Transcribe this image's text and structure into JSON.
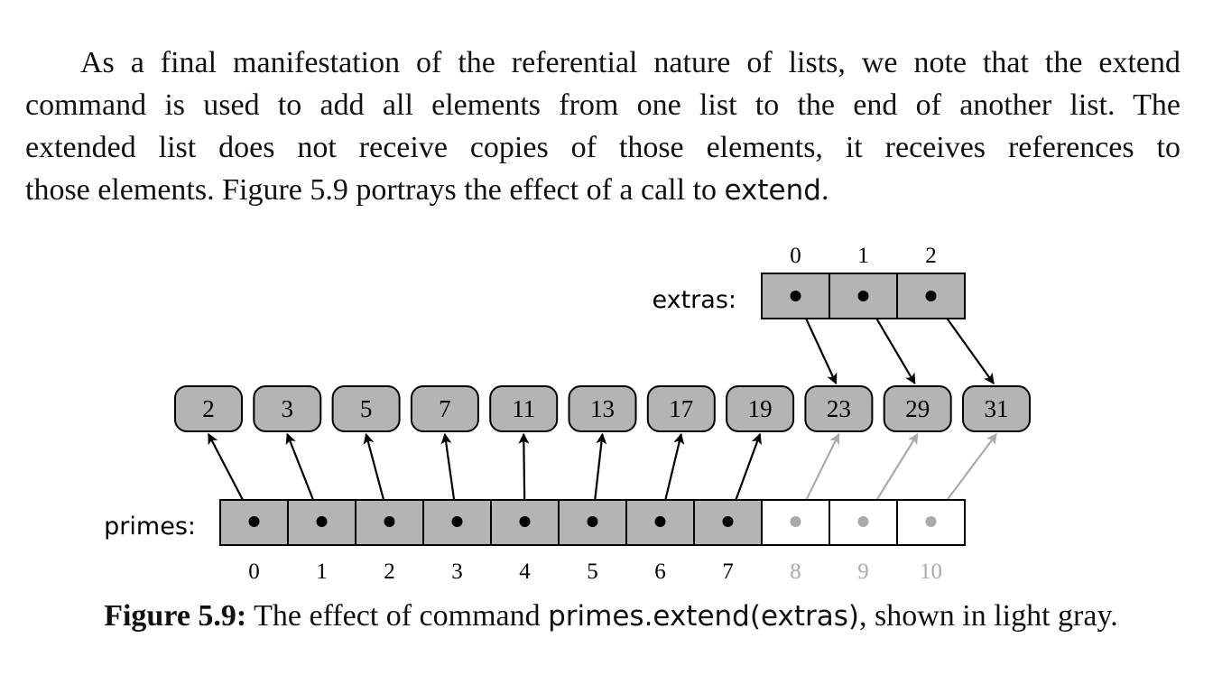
{
  "paragraph": {
    "line1": "As a final manifestation of the referential nature of lists, we note that the extend",
    "line2": "command is used to add all elements from one list to the end of another list.  The",
    "line3": "extended list does not receive copies of those elements, it receives references to",
    "line4_prefix": "those elements. Figure 5.9 portrays the effect of a call to ",
    "line4_code": "extend",
    "line4_suffix": "."
  },
  "figure": {
    "extras_label": "extras:",
    "primes_label": "primes:",
    "values": [
      "2",
      "3",
      "5",
      "7",
      "11",
      "13",
      "17",
      "19",
      "23",
      "29",
      "31"
    ],
    "primes_indices": [
      "0",
      "1",
      "2",
      "3",
      "4",
      "5",
      "6",
      "7",
      "8",
      "9",
      "10"
    ],
    "extras_indices": [
      "0",
      "1",
      "2"
    ],
    "original_count": 8,
    "colors": {
      "cell_fill": "#b4b4b4",
      "arrow": "#000000",
      "new_arrow": "#aaaaaa",
      "new_index_text": "#aaaaaa"
    }
  },
  "caption": {
    "label": "Figure 5.9:",
    "prefix": " The effect of command ",
    "code": "primes.extend(extras)",
    "suffix": ", shown in light gray."
  }
}
